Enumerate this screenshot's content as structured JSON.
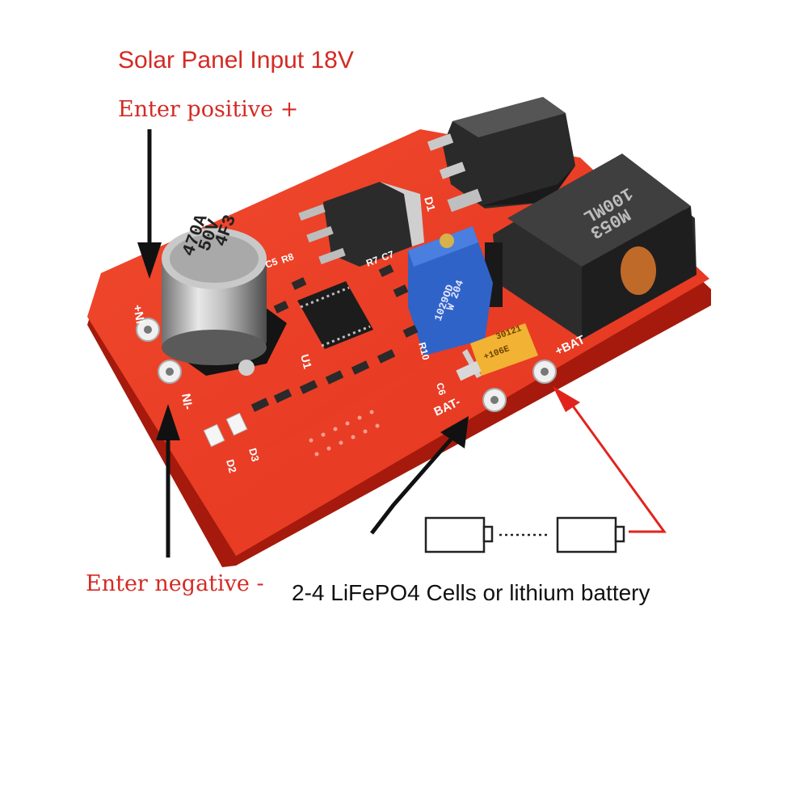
{
  "labels": {
    "title": "Solar Panel Input 18V",
    "positive": "Enter positive +",
    "negative": "Enter negative -",
    "battery": "2-4 LiFePO4 Cells or lithium battery"
  },
  "pcb": {
    "terminals": {
      "in_pos": "+NI",
      "in_neg": "NI-",
      "bat_pos": "+BAT",
      "bat_neg": "BAT-"
    },
    "refs": {
      "u1": "U1",
      "d1": "D1",
      "d2": "D2",
      "d3": "D3",
      "c5": "C5",
      "r8": "R8",
      "r7": "R7",
      "c7": "C7",
      "c6": "C6",
      "r10": "R10"
    },
    "capacitor_markings": [
      "470A",
      "50V",
      "4F3"
    ],
    "inductor_marking": [
      "100ML",
      "M053"
    ],
    "trimpot_marking": [
      "W 204",
      "1029OD"
    ],
    "tantalum_marking": [
      "+106E",
      "30121"
    ]
  },
  "colors": {
    "pcb": "#e8321f",
    "pcb_dark": "#b8220f",
    "label_red": "#d42a24",
    "arrow_red": "#e0241d",
    "arrow_black": "#111111",
    "potentiometer": "#2f63c8",
    "tantalum": "#f2b233"
  }
}
